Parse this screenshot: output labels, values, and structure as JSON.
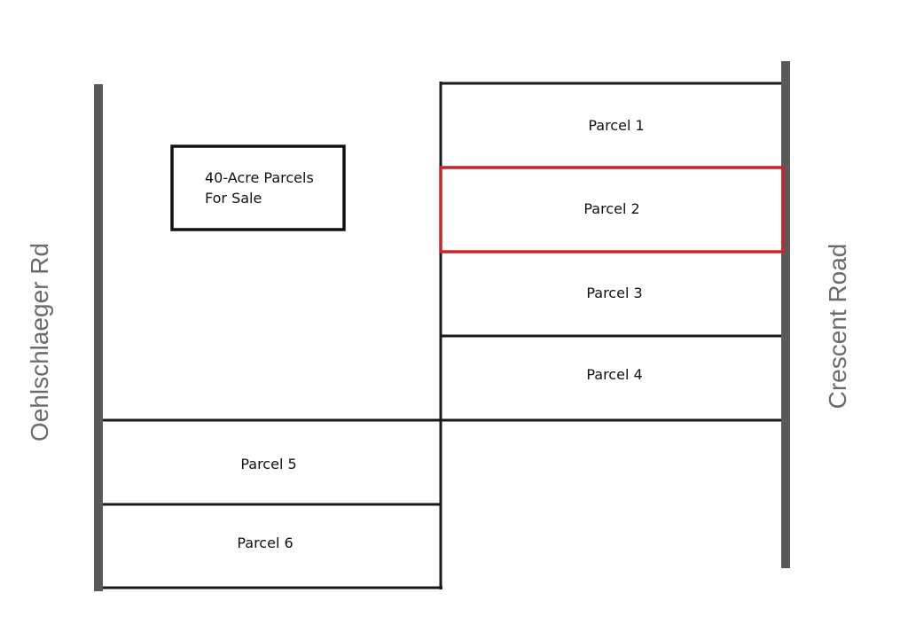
{
  "roads": {
    "left_label": "Oehlschlaeger Rd",
    "right_label": "Crescent Road"
  },
  "sign": {
    "line1": "40-Acre Parcels",
    "line2": "For Sale"
  },
  "parcels": [
    {
      "label": "Parcel 1"
    },
    {
      "label": "Parcel 2",
      "highlighted": true
    },
    {
      "label": "Parcel 3"
    },
    {
      "label": "Parcel 4"
    },
    {
      "label": "Parcel 5"
    },
    {
      "label": "Parcel 6"
    }
  ],
  "colors": {
    "road": "#595959",
    "highlight": "#c8252b",
    "boundary": "#1a1a1a"
  }
}
